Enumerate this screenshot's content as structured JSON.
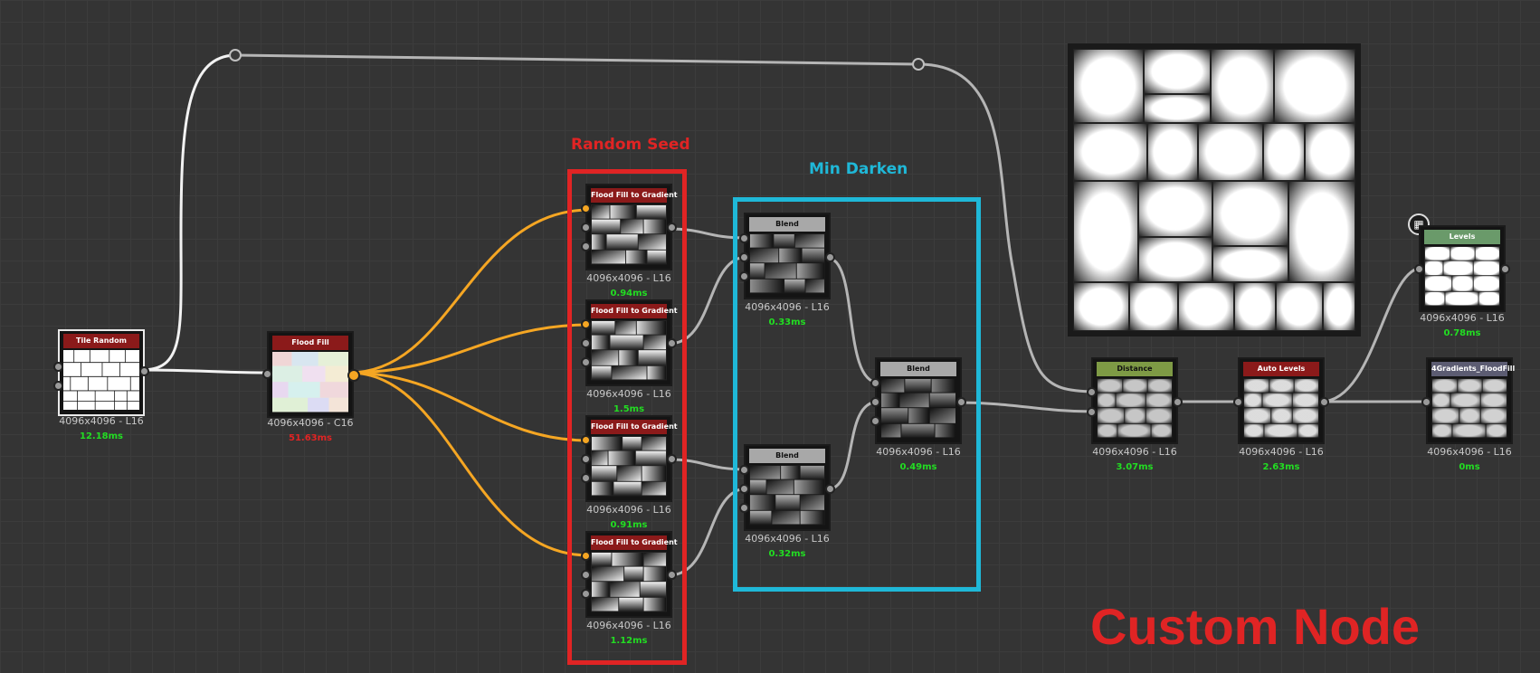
{
  "frames": {
    "random_seed": {
      "label": "Random Seed",
      "color": "#e02424"
    },
    "min_darken": {
      "label": "Min Darken",
      "color": "#1fb8d8"
    }
  },
  "nodes": {
    "tile_random": {
      "title": "Tile Random",
      "header_color": "#8b1a1a",
      "resolution": "4096x4096 - L16",
      "time": "12.18ms"
    },
    "flood_fill": {
      "title": "Flood Fill",
      "header_color": "#8b1a1a",
      "resolution": "4096x4096 - C16",
      "time": "51.63ms"
    },
    "ff_gradient_1": {
      "title": "Flood Fill to Gradient",
      "header_color": "#8b1a1a",
      "resolution": "4096x4096 - L16",
      "time": "0.94ms"
    },
    "ff_gradient_2": {
      "title": "Flood Fill to Gradient",
      "header_color": "#8b1a1a",
      "resolution": "4096x4096 - L16",
      "time": "1.5ms"
    },
    "ff_gradient_3": {
      "title": "Flood Fill to Gradient",
      "header_color": "#8b1a1a",
      "resolution": "4096x4096 - L16",
      "time": "0.91ms"
    },
    "ff_gradient_4": {
      "title": "Flood Fill to Gradient",
      "header_color": "#8b1a1a",
      "resolution": "4096x4096 - L16",
      "time": "1.12ms"
    },
    "blend_1": {
      "title": "Blend",
      "header_color": "#a8a8a8",
      "resolution": "4096x4096 - L16",
      "time": "0.33ms"
    },
    "blend_2": {
      "title": "Blend",
      "header_color": "#a8a8a8",
      "resolution": "4096x4096 - L16",
      "time": "0.32ms"
    },
    "blend_3": {
      "title": "Blend",
      "header_color": "#a8a8a8",
      "resolution": "4096x4096 - L16",
      "time": "0.49ms"
    },
    "distance": {
      "title": "Distance",
      "header_color": "#7e9a45",
      "resolution": "4096x4096 - L16",
      "time": "3.07ms"
    },
    "auto_levels": {
      "title": "Auto Levels",
      "header_color": "#8b1a1a",
      "resolution": "4096x4096 - L16",
      "time": "2.63ms"
    },
    "levels": {
      "title": "Levels",
      "header_color": "#6a9a6a",
      "resolution": "4096x4096 - L16",
      "time": "0.78ms"
    },
    "gradients_floodfill": {
      "title": "4Gradients_FloodFill",
      "header_color": "#5c5c72",
      "resolution": "4096x4096 - L16",
      "time": "0ms"
    }
  },
  "annotation": {
    "text": "Custom Node",
    "color": "#e02424"
  },
  "wire_colors": {
    "default": "#b5b5b5",
    "highlight": "#f5a623",
    "selected": "#f2f2f2"
  }
}
